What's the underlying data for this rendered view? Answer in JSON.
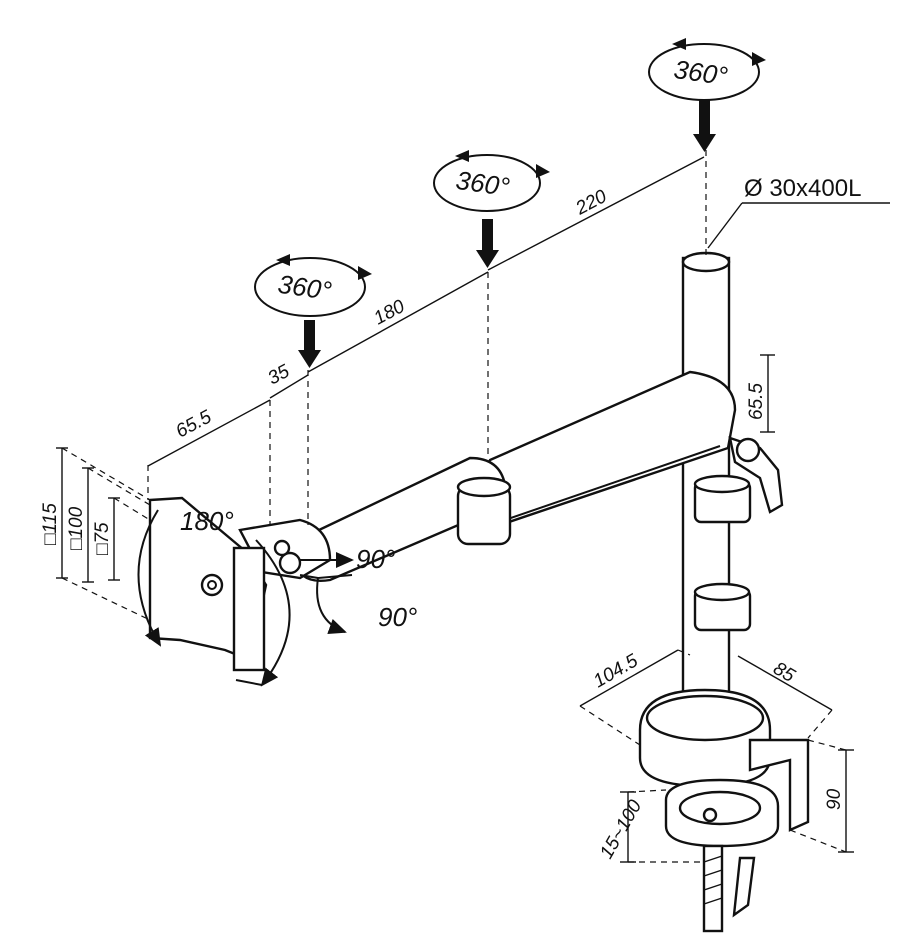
{
  "pole_spec": "Ø 30x400L",
  "rotations": {
    "pole": "360°",
    "middle_joint": "360°",
    "arm_joint": "360°"
  },
  "dimensions": {
    "arm_a": "220",
    "arm_b": "180",
    "arm_c": "35",
    "arm_d": "65.5",
    "height_step": "65.5",
    "base_width": "104.5",
    "base_depth": "85",
    "clamp_height": "90",
    "clamp_range": "15~100"
  },
  "vesa": {
    "v115": "□115",
    "v100": "□100",
    "v75": "□75"
  },
  "tilt": {
    "rotate": "180°",
    "tilt_up": "90°",
    "tilt_down": "90°"
  }
}
